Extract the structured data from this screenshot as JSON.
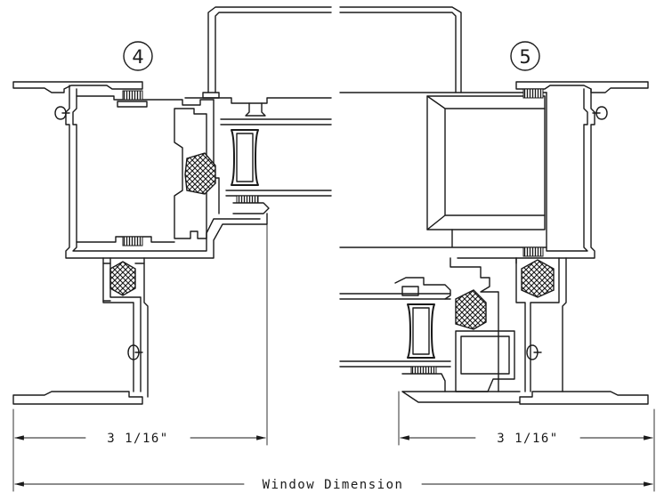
{
  "callouts": {
    "left": "4",
    "right": "5"
  },
  "dimensions": {
    "left_width": "3 1/16\"",
    "right_width": "3 1/16\"",
    "overall": "Window Dimension"
  },
  "colors": {
    "ink": "#1a1a1a",
    "background": "#ffffff"
  }
}
